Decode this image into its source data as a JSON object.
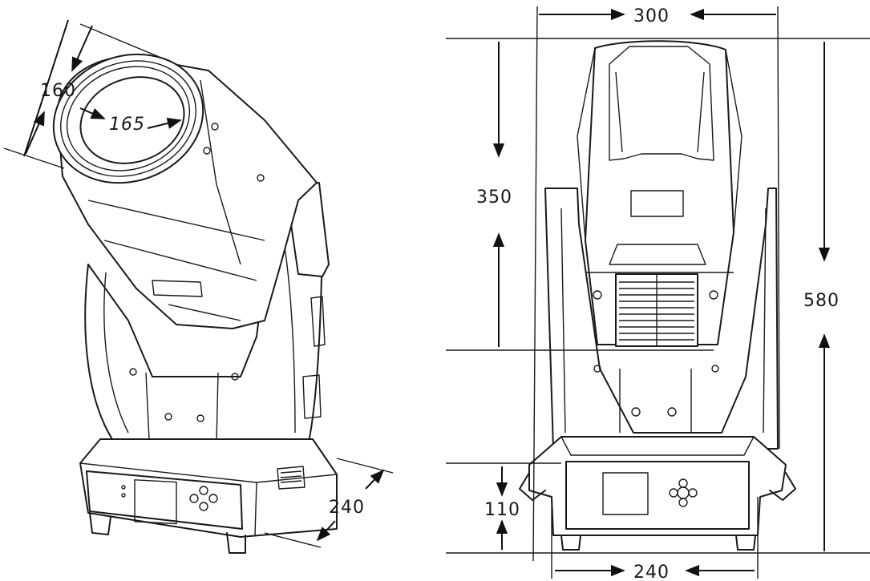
{
  "dimensions": {
    "lens_outer": "160",
    "lens_inner": "165",
    "base_depth_side": "240",
    "head_width": "300",
    "head_height": "350",
    "total_height": "580",
    "base_height": "110",
    "base_width_front": "240"
  },
  "colors": {
    "line": "#1a1a1a",
    "background": "#ffffff"
  }
}
